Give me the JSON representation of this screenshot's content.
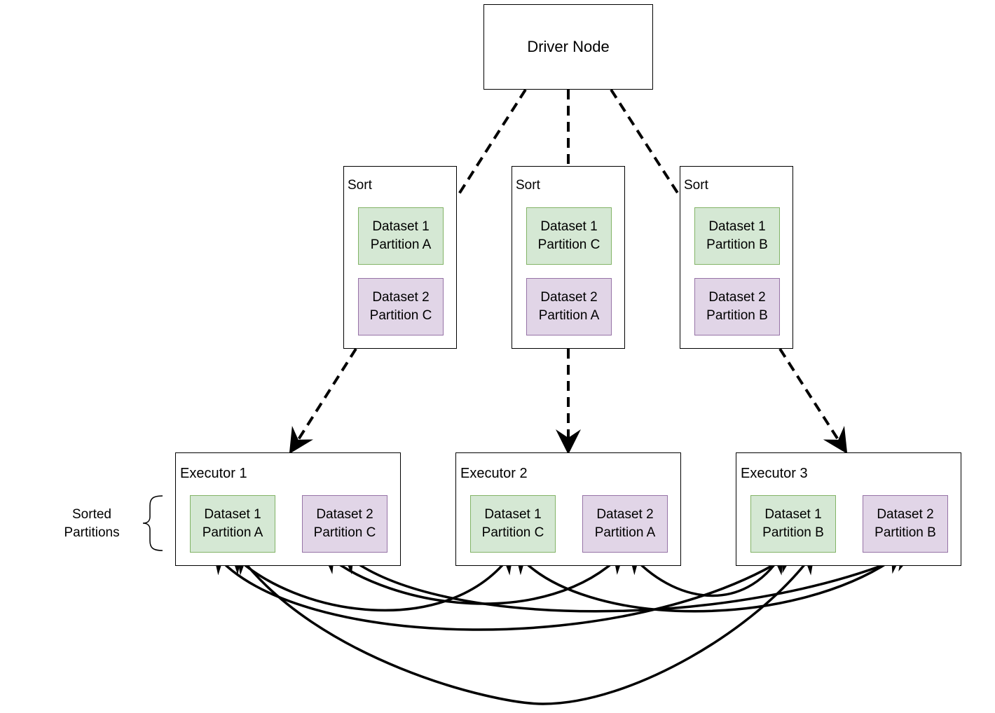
{
  "driver": {
    "label": "Driver Node"
  },
  "sort_groups": [
    {
      "label": "Sort",
      "partitions": [
        {
          "line1": "Dataset 1",
          "line2": "Partition A",
          "color": "#d5e8d4"
        },
        {
          "line1": "Dataset 2",
          "line2": "Partition C",
          "color": "#e1d5e7"
        }
      ]
    },
    {
      "label": "Sort",
      "partitions": [
        {
          "line1": "Dataset 1",
          "line2": "Partition C",
          "color": "#d5e8d4"
        },
        {
          "line1": "Dataset 2",
          "line2": "Partition A",
          "color": "#e1d5e7"
        }
      ]
    },
    {
      "label": "Sort",
      "partitions": [
        {
          "line1": "Dataset 1",
          "line2": "Partition B",
          "color": "#d5e8d4"
        },
        {
          "line1": "Dataset 2",
          "line2": "Partition B",
          "color": "#e1d5e7"
        }
      ]
    }
  ],
  "executors": [
    {
      "label": "Executor 1",
      "partitions": [
        {
          "line1": "Dataset 1",
          "line2": "Partition A",
          "color": "#d5e8d4"
        },
        {
          "line1": "Dataset 2",
          "line2": "Partition C",
          "color": "#e1d5e7"
        }
      ]
    },
    {
      "label": "Executor 2",
      "partitions": [
        {
          "line1": "Dataset 1",
          "line2": "Partition C",
          "color": "#d5e8d4"
        },
        {
          "line1": "Dataset 2",
          "line2": "Partition A",
          "color": "#e1d5e7"
        }
      ]
    },
    {
      "label": "Executor 3",
      "partitions": [
        {
          "line1": "Dataset 1",
          "line2": "Partition B",
          "color": "#d5e8d4"
        },
        {
          "line1": "Dataset 2",
          "line2": "Partition B",
          "color": "#e1d5e7"
        }
      ]
    }
  ],
  "annotation": {
    "line1": "Sorted",
    "line2": "Partitions"
  },
  "colors": {
    "dataset1_fill": "#d5e8d4",
    "dataset1_border": "#82b366",
    "dataset2_fill": "#e1d5e7",
    "dataset2_border": "#9673a6"
  }
}
